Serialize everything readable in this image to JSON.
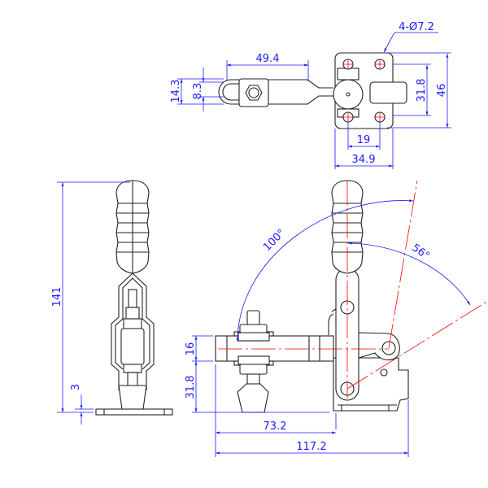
{
  "top_view": {
    "dims": {
      "arm_length": "49.4",
      "arm_width_outer": "14.3",
      "arm_width_inner": "8.3",
      "hole_spacing_v": "31.8",
      "plate_height": "46",
      "hole_spacing_h": "19",
      "plate_width": "34.9",
      "holes": "4-Ø7.2"
    }
  },
  "front_view": {
    "dims": {
      "overall_height": "141",
      "base_thickness": "3"
    }
  },
  "side_view": {
    "dims": {
      "bar_height": "16",
      "spindle_height": "31.8",
      "reach": "73.2",
      "overall_length": "117.2",
      "open_angle": "100°",
      "handle_angle": "56°"
    }
  },
  "colors": {
    "outline": "#222222",
    "dimension": "#1a1aff",
    "centerline": "#ff0000"
  }
}
